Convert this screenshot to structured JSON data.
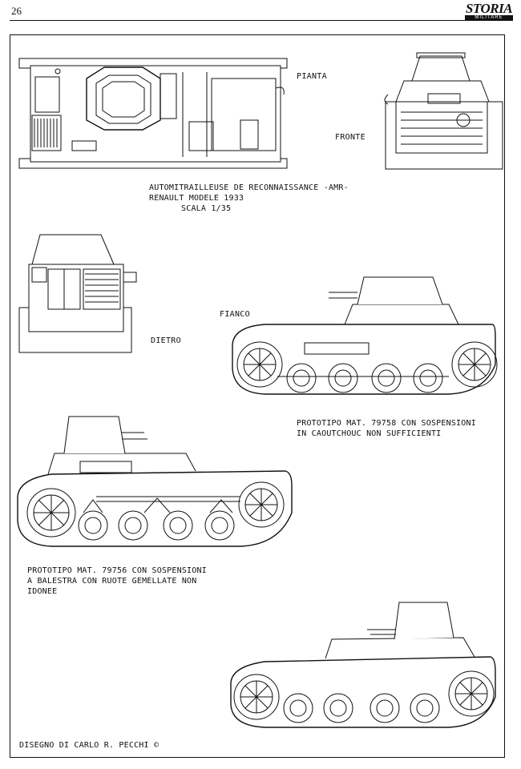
{
  "header": {
    "page_number": "26",
    "logo_title": "STORIA",
    "logo_subtitle": "MILITARE"
  },
  "labels": {
    "pianta": "PIANTA",
    "fronte": "FRONTE",
    "dietro": "DIETRO",
    "fianco": "FIANCO"
  },
  "title_block": {
    "line1": "AUTOMITRAILLEUSE DE RECONNAISSANCE -AMR-",
    "line2": "RENAULT MODELE 1933",
    "line3": "SCALA  1/35"
  },
  "captions": {
    "prototype_79758": [
      "PROTOTIPO MAT. 79758 CON SOSPENSIONI",
      "IN CAOUTCHOUC NON SUFFICIENTI"
    ],
    "prototype_79756": [
      "PROTOTIPO MAT. 79756 CON SOSPENSIONI",
      "A BALESTRA CON RUOTE GEMELLATE NON",
      "IDONEE"
    ]
  },
  "credit": "DISEGNO DI CARLO R. PECCHI ©"
}
